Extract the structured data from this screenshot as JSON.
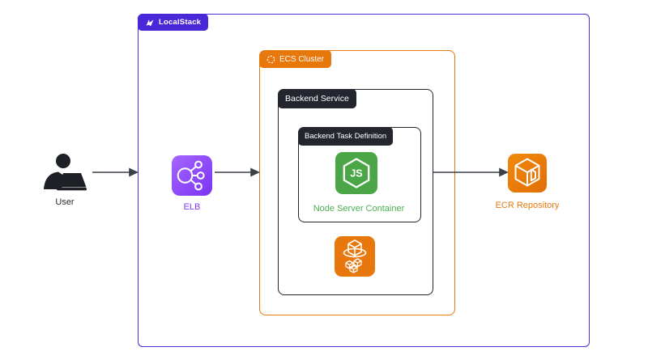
{
  "diagram": {
    "user": {
      "label": "User"
    },
    "localstack": {
      "label": "LocalStack"
    },
    "elb": {
      "label": "ELB"
    },
    "ecs_cluster": {
      "label": "ECS Cluster"
    },
    "backend_service": {
      "label": "Backend Service"
    },
    "task_definition": {
      "label": "Backend Task Definition"
    },
    "node_container": {
      "label": "Node Server Container",
      "icon_text": "JS"
    },
    "ecr": {
      "label": "ECR Repository"
    }
  },
  "colors": {
    "localstack_purple": "#4a27d9",
    "localstack_border": "#4a2cdc",
    "aws_orange": "#e8770c",
    "dark_badge": "#23262e",
    "node_green": "#4aa647",
    "node_label_green": "#4caf50",
    "elb_purple": "#7b33f2",
    "elb_label_purple": "#7c3bf0",
    "ecr_label_orange": "#e8790c",
    "arrow_gray": "#3a4048",
    "background": "#ffffff"
  }
}
